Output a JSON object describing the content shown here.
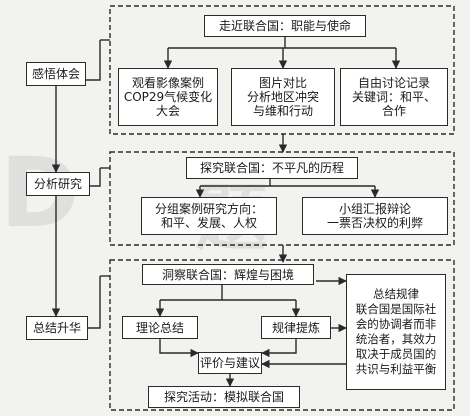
{
  "left_column": {
    "step1": "感悟体会",
    "step2": "分析研究",
    "step3": "总结升华"
  },
  "section1": {
    "title": "走近联合国：职能与使命",
    "item1": "观看影像案例\nCOP29气候变化\n大会",
    "item2": "图片对比\n分析地区冲突\n与维和行动",
    "item3": "自由讨论记录\n关键词：和平、\n合作"
  },
  "section2": {
    "title": "探究联合国：不平凡的历程",
    "item1": "分组案例研究方向：\n和平、发展、人权",
    "item2": "小组汇报辩论\n一票否决权的利弊"
  },
  "section3": {
    "title": "洞察联合国：辉煌与困境",
    "theory": "理论总结",
    "pattern": "规律提炼",
    "evaluate": "评价与建议",
    "activity": "探究活动：模拟联合国",
    "conclusion": "总结规律\n联合国是国际社\n会的协调者而非\n统治者，其效力\n取决于成员国的\n共识与利益平衡"
  },
  "watermark": {
    "glyph1": "D",
    "glyph2": "题"
  }
}
